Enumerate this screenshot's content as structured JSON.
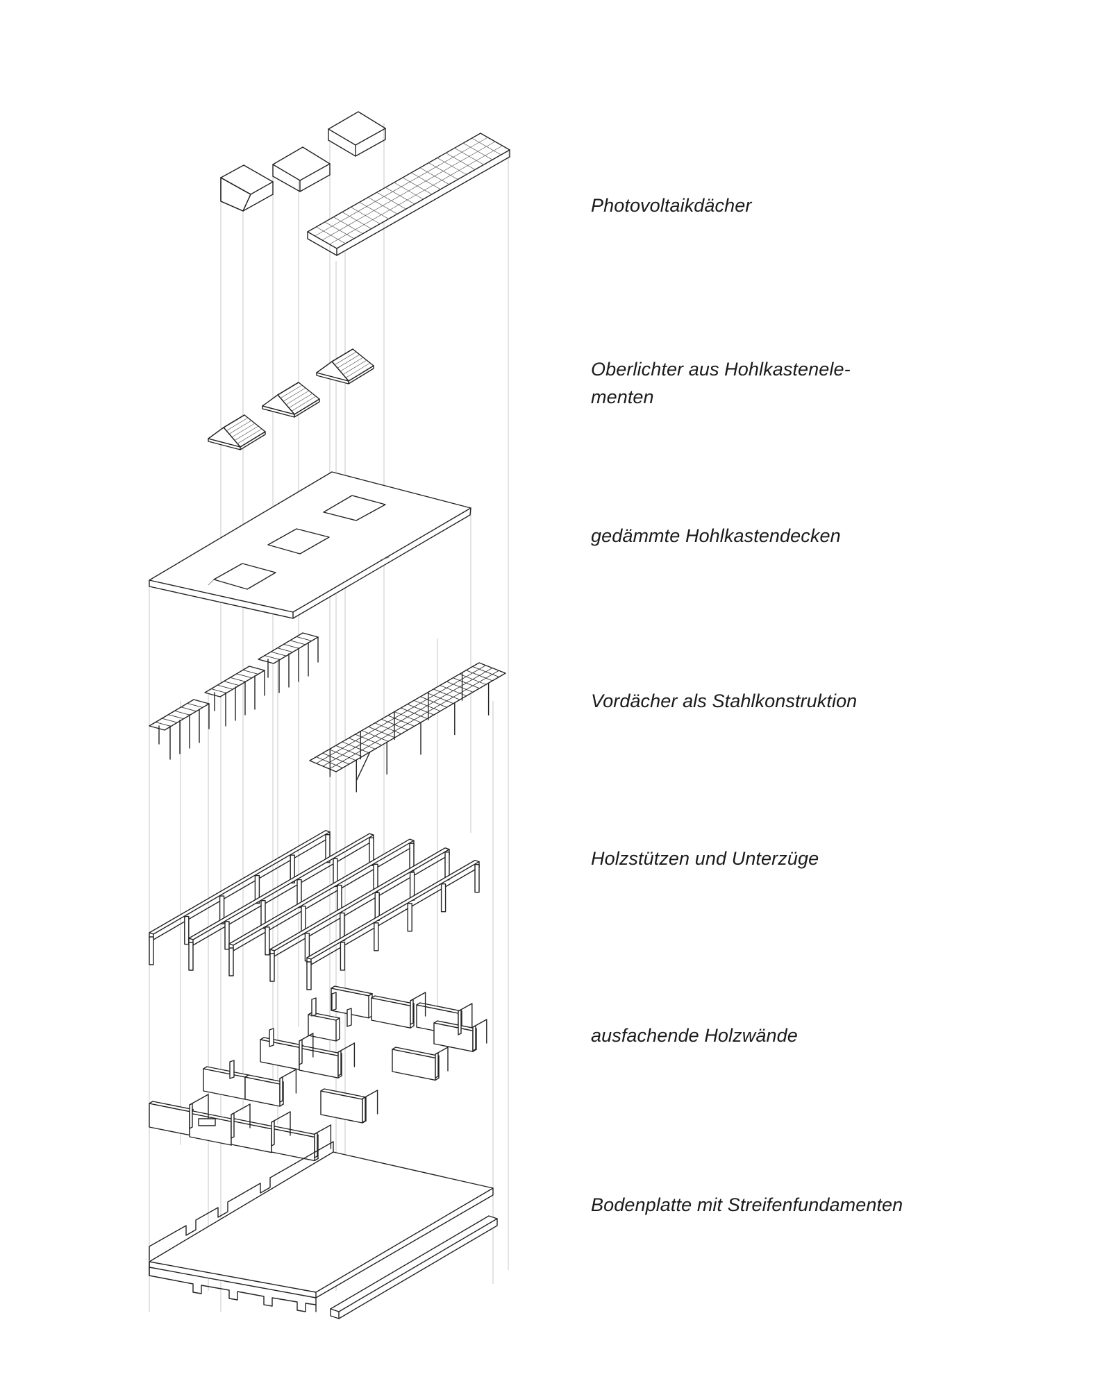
{
  "layers": [
    {
      "id": "photovoltaic-roofs",
      "label": "Photovoltaikdächer"
    },
    {
      "id": "skylights",
      "label": "Oberlichter aus Hohlkastenele-\nmenten"
    },
    {
      "id": "insulated-slab",
      "label": "gedämmte Hohlkastendecken"
    },
    {
      "id": "steel-canopies",
      "label": "Vordächer als Stahlkonstruktion"
    },
    {
      "id": "timber-frame",
      "label": "Holzstützen und Unterzüge"
    },
    {
      "id": "timber-walls",
      "label": "ausfachende Holzwände"
    },
    {
      "id": "base-slab",
      "label": "Bodenplatte mit Streifenfundamenten"
    }
  ],
  "colors": {
    "line": "#222222",
    "guide": "#b9b9b9",
    "text": "#1a1a1a",
    "background": "#ffffff"
  }
}
